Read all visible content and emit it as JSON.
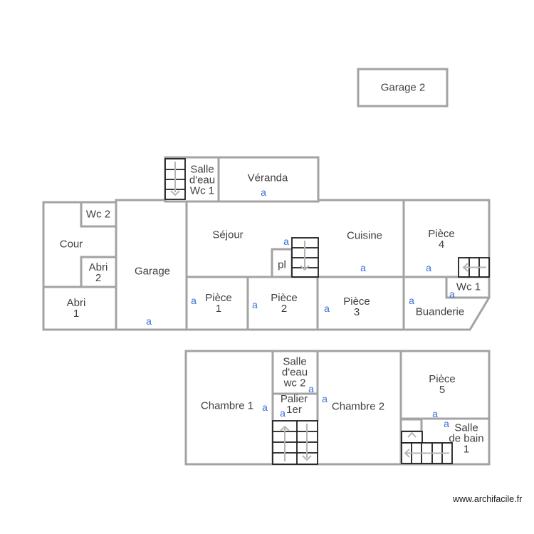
{
  "page": {
    "watermark": "www.archifacile.fr"
  },
  "marker_label": "a",
  "floors": {
    "detached": {
      "garage2": "Garage 2"
    },
    "ground": {
      "salle_eau_wc1": "Salle\nd'eau\nWc 1",
      "veranda": "Véranda",
      "wc2": "Wc 2",
      "cour": "Cour",
      "abri2": "Abri\n2",
      "abri1": "Abri\n1",
      "garage": "Garage",
      "sejour": "Séjour",
      "pl": "pl",
      "cuisine": "Cuisine",
      "piece4": "Pièce\n4",
      "wc1": "Wc 1",
      "buanderie": "Buanderie",
      "piece1": "Pièce\n1",
      "piece2": "Pièce\n2",
      "piece3": "Pièce\n3"
    },
    "first": {
      "salle_eau_wc2": "Salle\nd'eau\nwc 2",
      "palier": "Palier\n1er",
      "chambre1": "Chambre 1",
      "chambre2": "Chambre 2",
      "piece5": "Pièce\n5",
      "salle_de_bain1": "Salle\nde bain\n1"
    }
  },
  "icons": {
    "stairs_down_top": "stairs-down-icon",
    "stairs_down_pl": "stairs-down-icon",
    "stairs_up_down_palier": "stairs-up-down-icon",
    "door_piece4": "door-window-icon",
    "stairs_turn_bath": "stairs-turn-icon"
  },
  "colors": {
    "wall": "#a3a3a3",
    "stair_outline": "#1f1f1f",
    "stair_arrow": "#b5b5b5",
    "room_text": "#404040",
    "marker_blue": "#3a6fd8",
    "background": "#ffffff"
  }
}
